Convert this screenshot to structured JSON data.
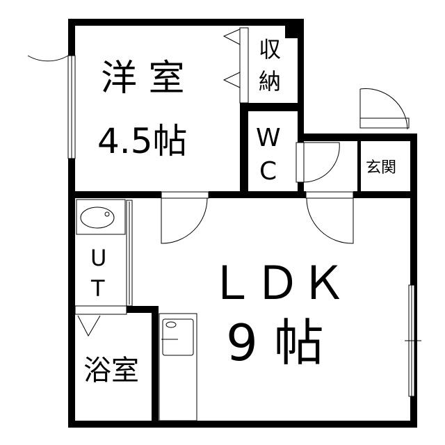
{
  "floor_plan": {
    "rooms": {
      "western_room": {
        "name": "洋 室",
        "size": "4.5帖"
      },
      "storage": {
        "line1": "収",
        "line2": "納"
      },
      "wc": {
        "line1": "W",
        "line2": "C"
      },
      "entrance": {
        "name": "玄関"
      },
      "utility": {
        "line1": "U",
        "line2": "T"
      },
      "bathroom": {
        "name": "浴室"
      },
      "ldk": {
        "name": "ＬＤＫ",
        "size": "9 帖"
      }
    },
    "colors": {
      "wall": "#000000",
      "background": "#ffffff"
    }
  }
}
